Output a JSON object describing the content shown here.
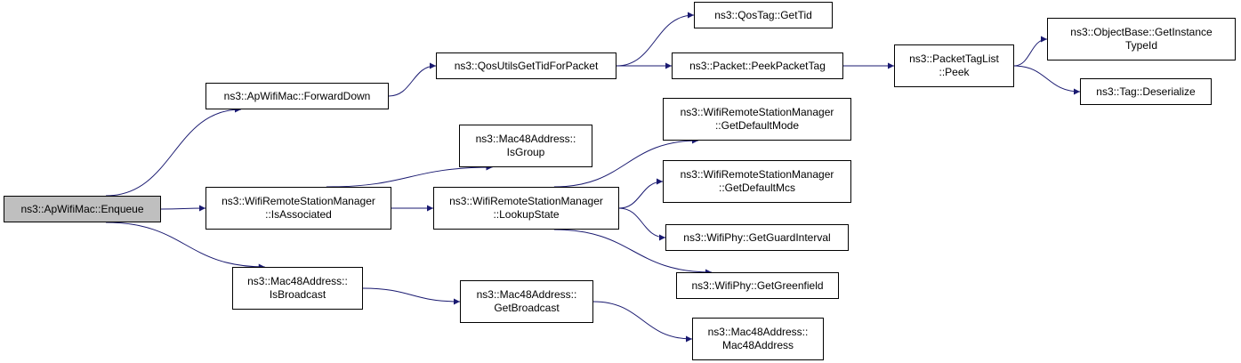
{
  "nodes": [
    {
      "id": "enqueue",
      "lines": [
        "ns3::ApWifiMac::Enqueue"
      ],
      "root": true
    },
    {
      "id": "forward_down",
      "lines": [
        "ns3::ApWifiMac::ForwardDown"
      ]
    },
    {
      "id": "is_associated",
      "lines": [
        "ns3::WifiRemoteStationManager",
        "::IsAssociated"
      ]
    },
    {
      "id": "is_broadcast",
      "lines": [
        "ns3::Mac48Address::",
        "IsBroadcast"
      ]
    },
    {
      "id": "qos_get_tid",
      "lines": [
        "ns3::QosUtilsGetTidForPacket"
      ]
    },
    {
      "id": "is_group",
      "lines": [
        "ns3::Mac48Address::",
        "IsGroup"
      ]
    },
    {
      "id": "lookup_state",
      "lines": [
        "ns3::WifiRemoteStationManager",
        "::LookupState"
      ]
    },
    {
      "id": "get_broadcast",
      "lines": [
        "ns3::Mac48Address::",
        "GetBroadcast"
      ]
    },
    {
      "id": "qostag_get_tid",
      "lines": [
        "ns3::QosTag::GetTid"
      ]
    },
    {
      "id": "peek_packet_tag",
      "lines": [
        "ns3::Packet::PeekPacketTag"
      ]
    },
    {
      "id": "get_default_mode",
      "lines": [
        "ns3::WifiRemoteStationManager",
        "::GetDefaultMode"
      ]
    },
    {
      "id": "get_default_mcs",
      "lines": [
        "ns3::WifiRemoteStationManager",
        "::GetDefaultMcs"
      ]
    },
    {
      "id": "get_guard_interval",
      "lines": [
        "ns3::WifiPhy::GetGuardInterval"
      ]
    },
    {
      "id": "get_greenfield",
      "lines": [
        "ns3::WifiPhy::GetGreenfield"
      ]
    },
    {
      "id": "mac48_ctor",
      "lines": [
        "ns3::Mac48Address::",
        "Mac48Address"
      ]
    },
    {
      "id": "tag_list_peek",
      "lines": [
        "ns3::PacketTagList",
        "::Peek"
      ]
    },
    {
      "id": "get_instance_typeid",
      "lines": [
        "ns3::ObjectBase::GetInstance",
        "TypeId"
      ]
    },
    {
      "id": "tag_deserialize",
      "lines": [
        "ns3::Tag::Deserialize"
      ]
    }
  ],
  "edges": [
    [
      "enqueue",
      "forward_down"
    ],
    [
      "enqueue",
      "is_associated"
    ],
    [
      "enqueue",
      "is_broadcast"
    ],
    [
      "forward_down",
      "qos_get_tid"
    ],
    [
      "is_associated",
      "is_group"
    ],
    [
      "is_associated",
      "lookup_state"
    ],
    [
      "is_broadcast",
      "get_broadcast"
    ],
    [
      "qos_get_tid",
      "qostag_get_tid"
    ],
    [
      "qos_get_tid",
      "peek_packet_tag"
    ],
    [
      "lookup_state",
      "get_default_mode"
    ],
    [
      "lookup_state",
      "get_default_mcs"
    ],
    [
      "lookup_state",
      "get_guard_interval"
    ],
    [
      "lookup_state",
      "get_greenfield"
    ],
    [
      "get_broadcast",
      "mac48_ctor"
    ],
    [
      "peek_packet_tag",
      "tag_list_peek"
    ],
    [
      "tag_list_peek",
      "get_instance_typeid"
    ],
    [
      "tag_list_peek",
      "tag_deserialize"
    ]
  ],
  "colors": {
    "edge": "#191970",
    "node_border": "#000000",
    "root_fill": "#bfbfbf",
    "node_fill": "#ffffff"
  }
}
